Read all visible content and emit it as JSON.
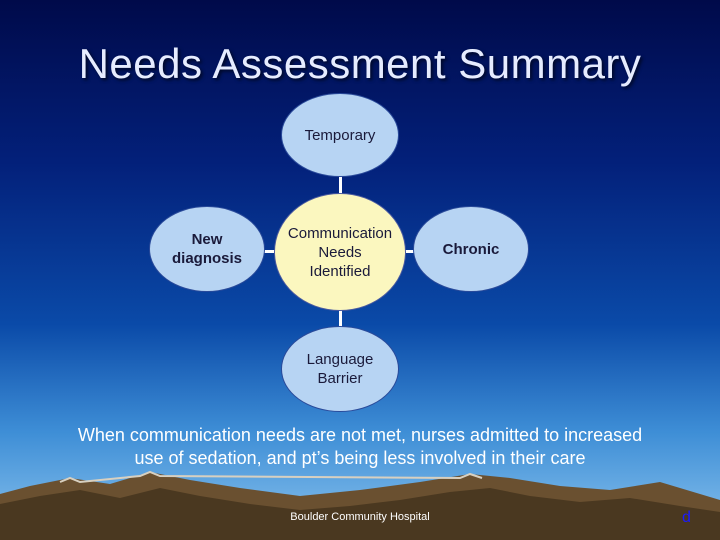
{
  "title": "Needs Assessment Summary",
  "diagram": {
    "center": {
      "lines": [
        "Communication",
        "Needs",
        "Identified"
      ]
    },
    "top": {
      "lines": [
        "Temporary"
      ]
    },
    "left": {
      "lines": [
        "New",
        "diagnosis"
      ]
    },
    "right": {
      "lines": [
        "Chronic"
      ]
    },
    "bottom": {
      "lines": [
        "Language",
        "Barrier"
      ]
    }
  },
  "caption": {
    "line1": "When communication needs are not met, nurses admitted to increased",
    "line2": "use of sedation, and pt’s being less involved in their care"
  },
  "footer": "Boulder Community Hospital",
  "slide_marker": "d",
  "colors": {
    "outer_node": "#b7d4f3",
    "center_node": "#fbf7bf",
    "title": "#e6ecff",
    "marker": "#1a1aff"
  }
}
